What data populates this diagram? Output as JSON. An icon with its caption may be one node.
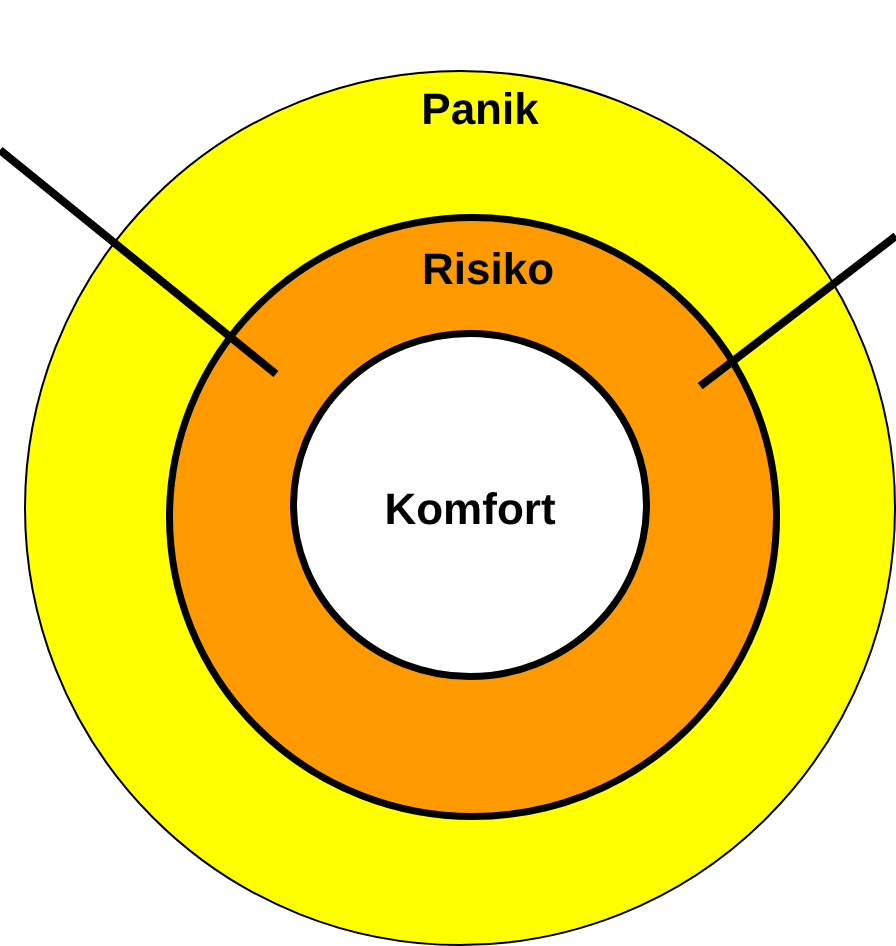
{
  "diagram": {
    "nodes": [
      {
        "text": [
          "Panik"
        ]
      },
      {
        "text": [
          "Risiko"
        ],
        "in": 0
      },
      {
        "text": [
          "Komfort"
        ],
        "in": 1
      }
    ],
    "edges": [
      {
        "from": null,
        "to": 1,
        "arrow": "none"
      },
      {
        "from": null,
        "to": 1,
        "arrow": "none"
      }
    ]
  }
}
